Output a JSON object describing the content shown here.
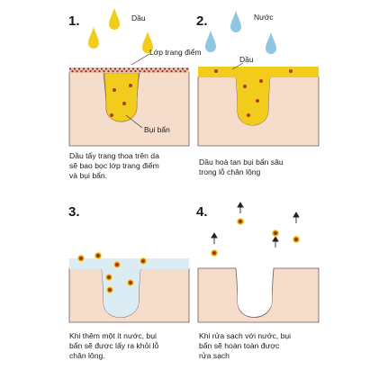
{
  "panels": [
    {
      "number": "1.",
      "labels": {
        "drops": "Dầu",
        "makeup": "Lớp trang điểm",
        "dirt": "Bụi bẩn"
      },
      "caption": [
        "Dầu tẩy trang thoa trên da",
        "sẽ bao bọc lớp trang điểm",
        "và bụi bẩn."
      ]
    },
    {
      "number": "2.",
      "labels": {
        "drops": "Nước",
        "oil": "Dầu"
      },
      "caption": [
        "Dầu hoà tan bụi bẩn sâu",
        "trong lỗ chân lông"
      ]
    },
    {
      "number": "3.",
      "caption": [
        "Khi thêm một ít nước, bụi",
        "bẩn sẽ được lấy ra khỏi lỗ",
        "chân lông."
      ]
    },
    {
      "number": "4.",
      "caption": [
        "Khi rửa sạch với nước, bụi",
        "bẩn sẽ hoàn toàn được",
        "rửa sạch"
      ]
    }
  ],
  "colors": {
    "skin": "#f6dccb",
    "skin_outline": "#6b5a52",
    "oil": "#f2cc1d",
    "water_drop": "#8fc6e3",
    "water_layer": "#dcecf5",
    "makeup_dots": "#8b2d2d",
    "dirt": "#7a2a10"
  }
}
